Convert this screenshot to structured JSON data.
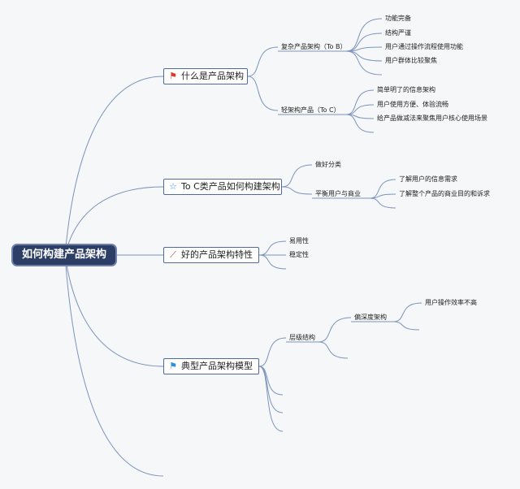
{
  "colors": {
    "connector": "#7e93bd",
    "root_bg": "#2c3e66"
  },
  "root": {
    "label": "如何构建产品架构"
  },
  "topics": [
    {
      "label": "什么是产品架构",
      "icon": "red-flag"
    },
    {
      "label": "To C类产品如何构建架构",
      "icon": "star"
    },
    {
      "label": "好的产品架构特性",
      "icon": "magic-wand"
    },
    {
      "label": "典型产品架构模型",
      "icon": "blue-flag"
    }
  ],
  "t1": {
    "b_label": "复杂产品架构（To B）",
    "b_items": [
      "功能完备",
      "结构严谨",
      "用户通过操作流程使用功能",
      "用户群体比较聚焦"
    ],
    "c_label": "轻架构产品（To C）",
    "c_items": [
      "简单明了的信息架构",
      "用户使用方便、体验流畅",
      "给产品做减法来聚焦用户核心使用场景"
    ]
  },
  "t2": {
    "item1": "做好分类",
    "item2": "平衡用户与商业",
    "sub_items": [
      "了解用户的信息需求",
      "了解整个产品的商业目的和诉求"
    ]
  },
  "t3": {
    "items": [
      "易用性",
      "稳定性"
    ]
  },
  "t4": {
    "item1": "层级结构",
    "sub1": "偏深度架构",
    "subsub1": "用户操作效率不高"
  }
}
